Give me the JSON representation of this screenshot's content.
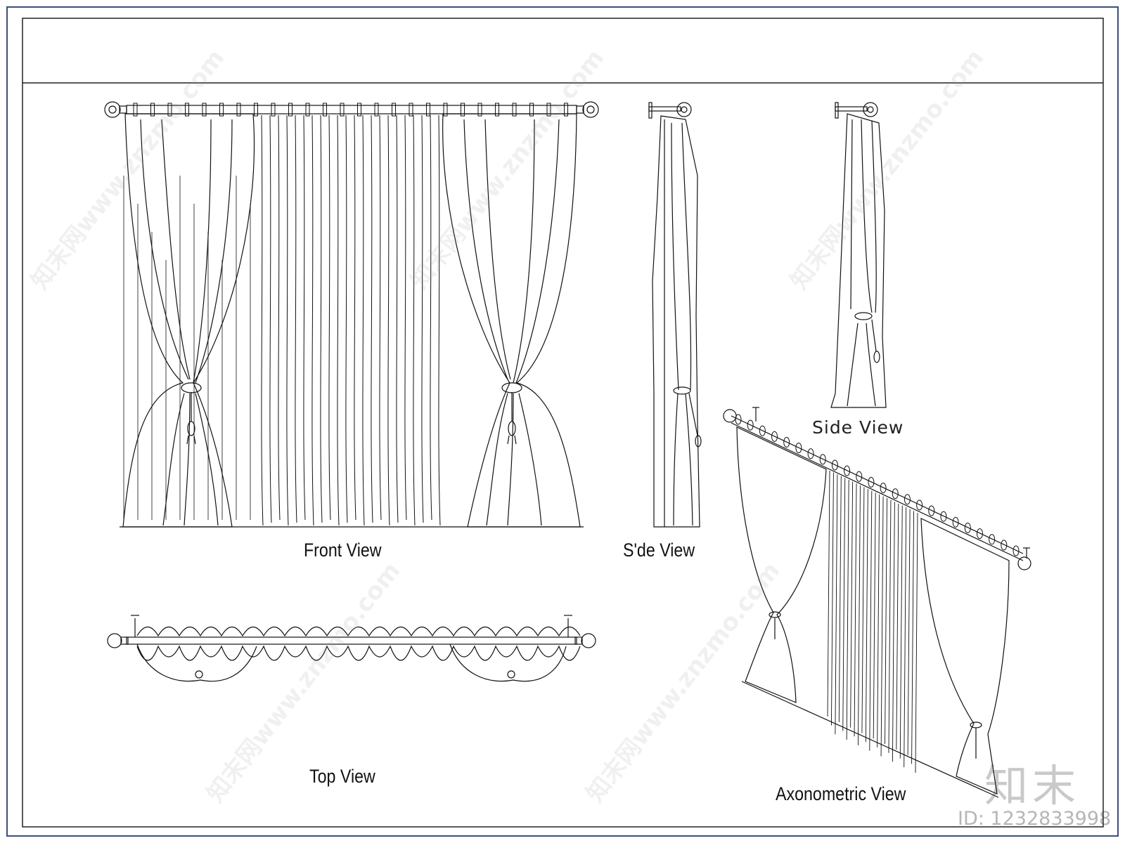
{
  "labels": {
    "front": "Front View",
    "side_left": "S'de View",
    "side_right": "Side View",
    "top": "Top View",
    "axonometric": "Axonometric View"
  },
  "watermark": {
    "logo": "知末",
    "id": "ID: 1232833998",
    "diagonal": "知末网www.znzmo.com"
  },
  "colors": {
    "frame": "#3b4f7a",
    "line": "#111111"
  }
}
